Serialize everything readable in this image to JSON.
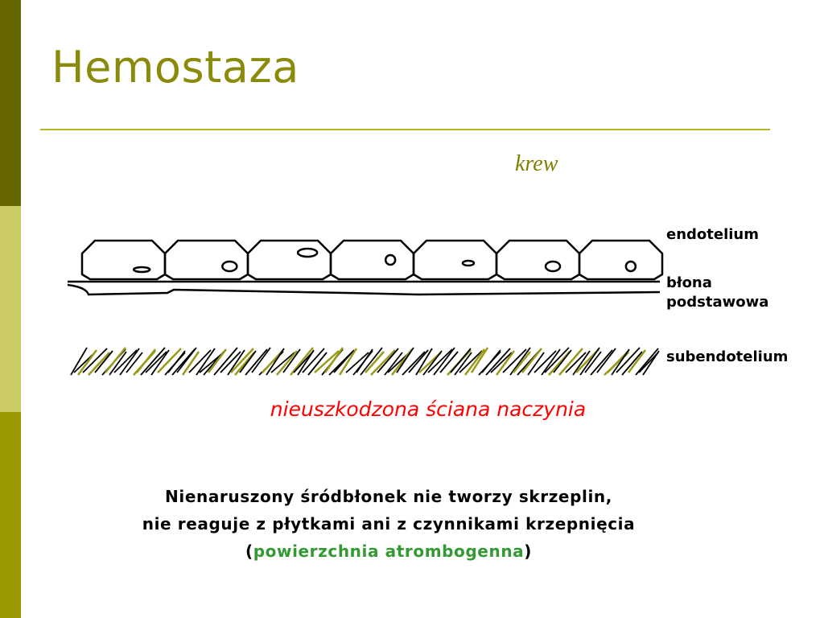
{
  "slide": {
    "title": "Hemostaza"
  },
  "diagram": {
    "blood_label": "krew",
    "layers": {
      "endothelium": "endotelium",
      "basement_membrane_line1": "błona",
      "basement_membrane_line2": "podstawowa",
      "subendothelium": "subendotelium"
    },
    "wall_caption": "nieuszkodzona ściana naczynia",
    "cell_count": 7
  },
  "description": {
    "line1": "Nienaruszony śródbłonek nie tworzy skrzeplin,",
    "line2": "nie reaguje z płytkami ani z czynnikami krzepnięcia",
    "paren_open": "(",
    "highlight": "powierzchnia atrombogenna",
    "paren_close": ")"
  },
  "colors": {
    "title": "#8b8b0b",
    "blood_label": "#808000",
    "caption": "#ff0000",
    "highlight": "#339933",
    "fiber_accent": "#99991a"
  }
}
